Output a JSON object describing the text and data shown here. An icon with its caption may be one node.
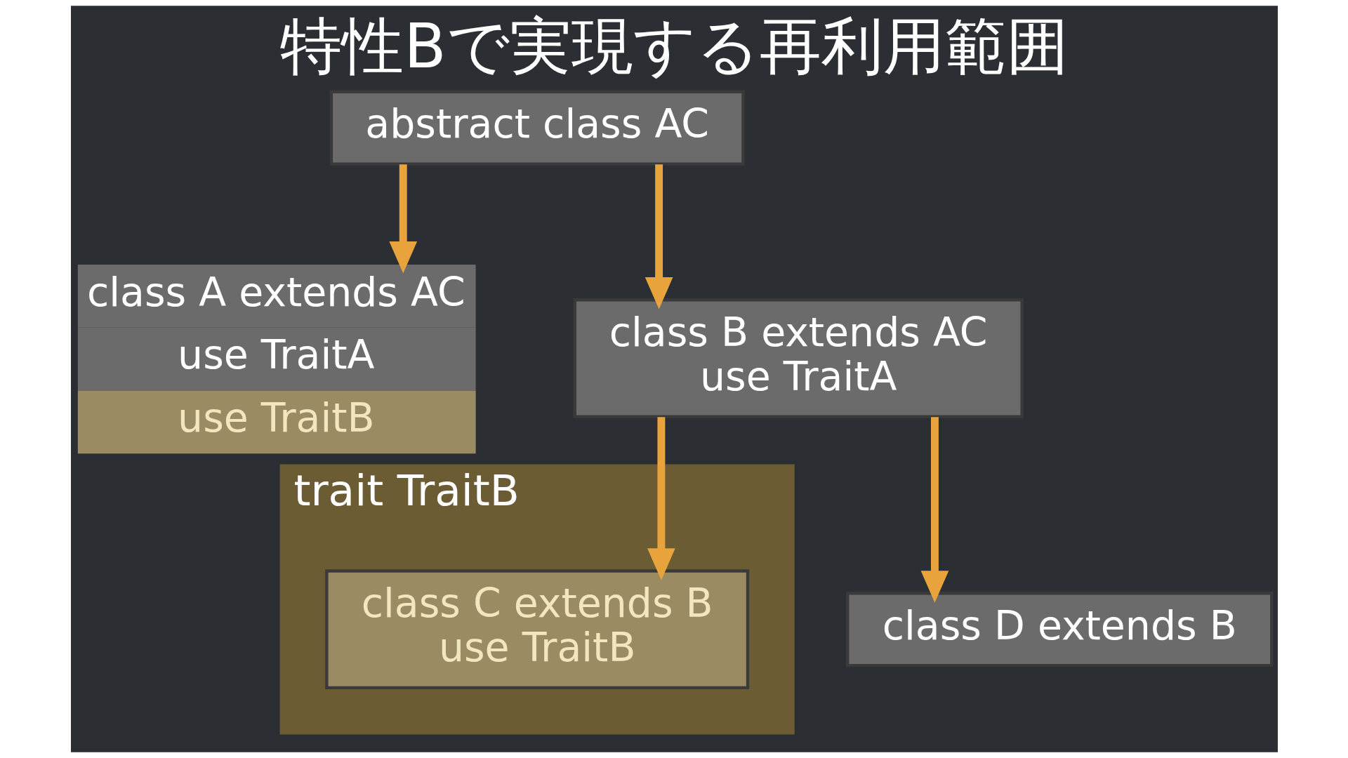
{
  "diagram": {
    "title": "特性Bで実現する再利用範囲",
    "nodes": [
      {
        "text": [
          "abstract class AC"
        ]
      },
      {
        "text": [
          "class A extends AC",
          "use TraitA",
          "use TraitB"
        ]
      },
      {
        "text": [
          "class B extends AC",
          "use TraitA"
        ]
      },
      {
        "text": [
          "trait TraitB"
        ]
      },
      {
        "text": [
          "class C extends B",
          "use TraitB"
        ],
        "in": 3
      },
      {
        "text": [
          "class D extends B"
        ]
      }
    ],
    "edges": [
      {
        "from": 0,
        "to": 1,
        "arrow": "to"
      },
      {
        "from": 0,
        "to": 2,
        "arrow": "to"
      },
      {
        "from": 2,
        "to": 4,
        "arrow": "to"
      },
      {
        "from": 2,
        "to": 5,
        "arrow": "to"
      }
    ]
  }
}
